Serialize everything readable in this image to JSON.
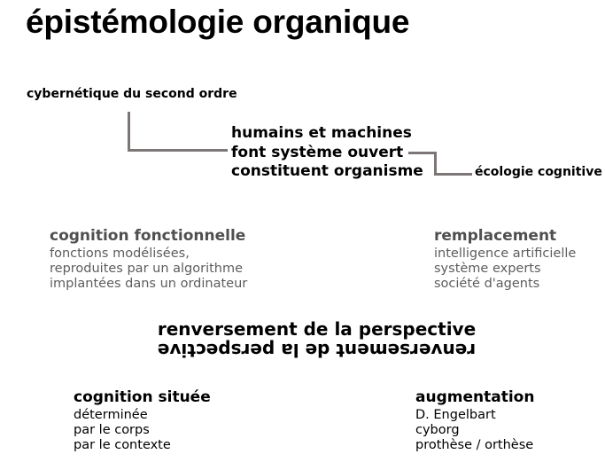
{
  "title": "épistémologie organique",
  "colors": {
    "background": "#ffffff",
    "text_black": "#000000",
    "text_grey_heading": "#4f4f4f",
    "text_grey_body": "#5d5d5d",
    "connector_line": "#7d7676"
  },
  "nodes": {
    "cybernetique": {
      "label": "cybernétique du second ordre"
    },
    "central": {
      "line1": "humains et machines",
      "line2": "font système ouvert",
      "line3": "constituent organisme"
    },
    "ecologie": {
      "label": "écologie cognitive"
    },
    "renversement": {
      "line_upright": "renversement de la perspective",
      "line_flipped": "renversement de la perspective"
    }
  },
  "columns": {
    "cognition_fonctionnelle": {
      "heading": "cognition fonctionnelle",
      "items": [
        "fonctions modélisées,",
        "reproduites par un algorithme",
        "implantées dans un ordinateur"
      ]
    },
    "remplacement": {
      "heading": "remplacement",
      "items": [
        "intelligence artificielle",
        "système experts",
        "société d'agents"
      ]
    },
    "cognition_situee": {
      "heading": "cognition située",
      "items": [
        "déterminée",
        "par le corps",
        "par le contexte"
      ]
    },
    "augmentation": {
      "heading": "augmentation",
      "items": [
        "D. Engelbart",
        "cyborg",
        "prothèse / orthèse"
      ]
    }
  }
}
